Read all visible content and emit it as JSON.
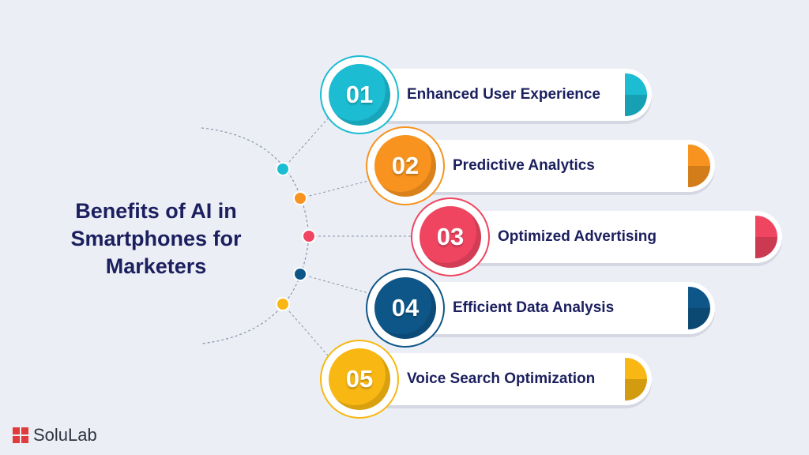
{
  "title": {
    "line1": "Benefits of AI in",
    "line2": "Smartphones for",
    "line3": "Marketers"
  },
  "items": [
    {
      "number": "01",
      "label": "Enhanced User Experience",
      "color": "#1cbcd3"
    },
    {
      "number": "02",
      "label": "Predictive Analytics",
      "color": "#f7931e"
    },
    {
      "number": "03",
      "label": "Optimized Advertising",
      "color": "#ef4560"
    },
    {
      "number": "04",
      "label": "Efficient Data Analysis",
      "color": "#0e5688"
    },
    {
      "number": "05",
      "label": "Voice Search Optimization",
      "color": "#f8b712"
    }
  ],
  "logo": {
    "text": "SoluLab"
  }
}
